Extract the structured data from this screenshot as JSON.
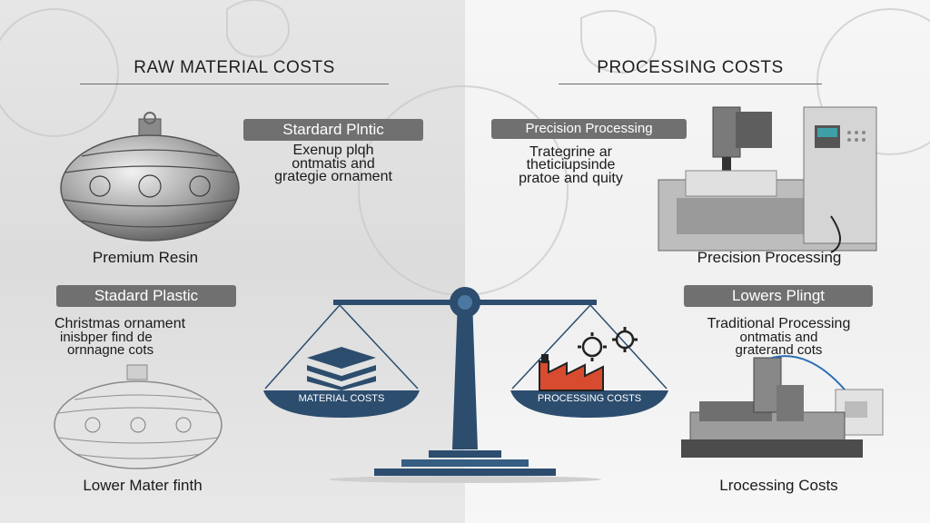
{
  "left_header": "RAW MATERIAL COSTS",
  "right_header": "PROCESSING COSTS",
  "top_left": {
    "badge": "Stardard Plntic",
    "line1": "Exenup plqh",
    "line2": "ontmatis and",
    "line3": "grategie ornament",
    "caption": "Premium Resin"
  },
  "top_right": {
    "badge": "Precision Processing",
    "line1": "Trategrine ar",
    "line2": "theticiupsinde",
    "line3": "pratoe and quity",
    "caption": "Precision Processing"
  },
  "bottom_left": {
    "badge": "Stadard Plastic",
    "line1": "Christmas ornament",
    "line2": "inisbper find de",
    "line3": "ornnagne cots",
    "caption": "Lower Mater finth"
  },
  "bottom_right": {
    "badge": "Lowers Plingt",
    "line1": "Traditional Processing",
    "line2": "ontmatis and",
    "line3": "graterand cots",
    "caption": "Lrocessing Costs"
  },
  "scale": {
    "left_label": "MATERIAL COSTS",
    "right_label": "PROCESSING COSTS"
  },
  "colors": {
    "scale_blue": "#2c4d6e",
    "badge_gray": "#707070"
  },
  "icons": [
    "ornament-ball-icon",
    "cnc-machine-icon",
    "injection-molding-machine-icon",
    "layers-stack-icon",
    "factory-gears-icon",
    "balance-scale-icon"
  ]
}
